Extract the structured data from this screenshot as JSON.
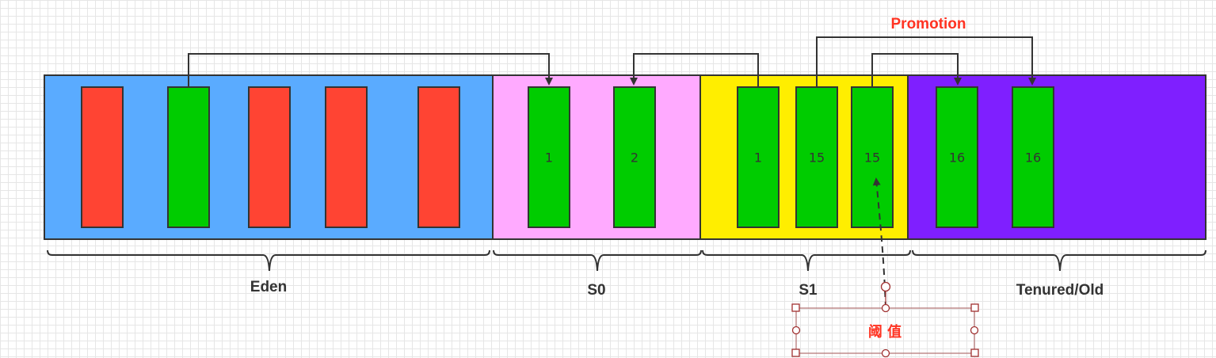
{
  "colors": {
    "eden": "#5aabff",
    "s0": "#ffaaff",
    "s1": "#ffee00",
    "tenured": "#7f1fff",
    "dead_object": "#ff4433",
    "live_object": "#00cc00",
    "accent_red": "#ff3322"
  },
  "regions": [
    {
      "id": "eden",
      "label": "Eden"
    },
    {
      "id": "s0",
      "label": "S0"
    },
    {
      "id": "s1",
      "label": "S1"
    },
    {
      "id": "tenured",
      "label": "Tenured/Old"
    }
  ],
  "objects": {
    "eden": [
      {
        "state": "dead",
        "age": ""
      },
      {
        "state": "live",
        "age": ""
      },
      {
        "state": "dead",
        "age": ""
      },
      {
        "state": "dead",
        "age": ""
      },
      {
        "state": "dead",
        "age": ""
      }
    ],
    "s0": [
      {
        "state": "live",
        "age": "1"
      },
      {
        "state": "live",
        "age": "2"
      }
    ],
    "s1": [
      {
        "state": "live",
        "age": "1"
      },
      {
        "state": "live",
        "age": "15"
      },
      {
        "state": "live",
        "age": "15"
      }
    ],
    "tenured": [
      {
        "state": "live",
        "age": "16"
      },
      {
        "state": "live",
        "age": "16"
      }
    ]
  },
  "promotion_label": "Promotion",
  "threshold_label": "阈 值"
}
